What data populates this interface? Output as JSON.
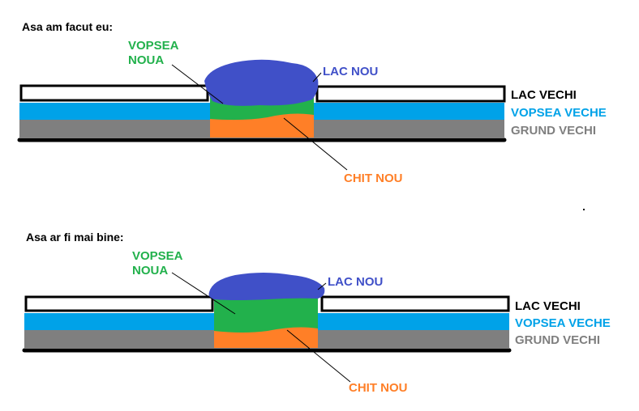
{
  "colors": {
    "clearcoat": "#4050c8",
    "paint": "#22b14c",
    "filler": "#ff7f27",
    "old_paint": "#00a2e8",
    "primer": "#7f7f7f",
    "ink": "#000000"
  },
  "panels": [
    {
      "heading": "Asa am facut eu:",
      "new_paint_line1": "VOPSEA",
      "new_paint_line2": "NOUA",
      "new_clearcoat": "LAC NOU",
      "old_clearcoat": "LAC VECHI",
      "old_paint": "VOPSEA VECHE",
      "old_primer": "GRUND VECHI",
      "new_filler": "CHIT NOU"
    },
    {
      "heading": "Asa ar fi mai bine:",
      "new_paint_line1": "VOPSEA",
      "new_paint_line2": "NOUA",
      "new_clearcoat": "LAC NOU",
      "old_clearcoat": "LAC VECHI",
      "old_paint": "VOPSEA VECHE",
      "old_primer": "GRUND VECHI",
      "new_filler": "CHIT NOU"
    }
  ]
}
